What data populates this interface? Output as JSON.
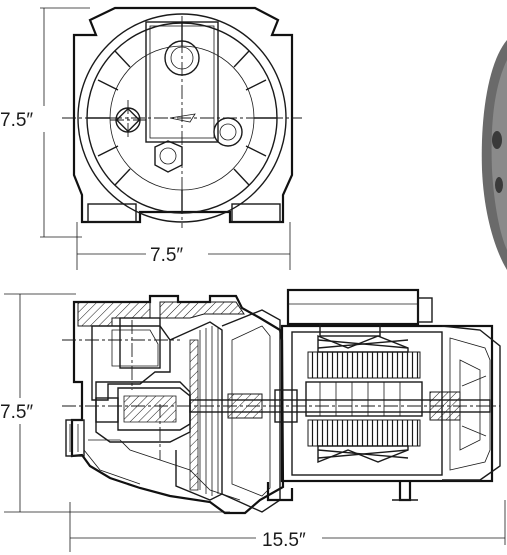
{
  "dimensions": {
    "front_height": "7.5″",
    "front_width": "7.5″",
    "side_height": "7.5″",
    "side_length": "15.5″"
  },
  "colors": {
    "line": "#1a1a1a",
    "background": "#ffffff",
    "photo_gray": "#6f6f6f"
  }
}
